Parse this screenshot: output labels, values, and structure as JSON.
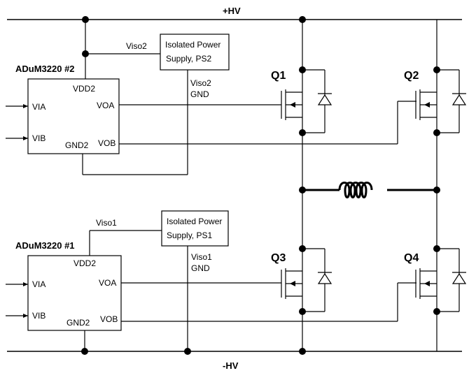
{
  "rails": {
    "positive": "+HV",
    "negative": "-HV"
  },
  "drivers": [
    {
      "name": "ADuM3220 #2",
      "pins": {
        "vdd": "VDD2",
        "gnd": "GND2",
        "via": "VIA",
        "vib": "VIB",
        "voa": "VOA",
        "vob": "VOB"
      },
      "supply": {
        "line1": "Isolated Power",
        "line2": "Supply, PS2",
        "viso": "Viso2",
        "viso_gnd_line1": "Viso2",
        "viso_gnd_line2": "GND"
      }
    },
    {
      "name": "ADuM3220 #1",
      "pins": {
        "vdd": "VDD2",
        "gnd": "GND2",
        "via": "VIA",
        "vib": "VIB",
        "voa": "VOA",
        "vob": "VOB"
      },
      "supply": {
        "line1": "Isolated Power",
        "line2": "Supply, PS1",
        "viso": "Viso1",
        "viso_gnd_line1": "Viso1",
        "viso_gnd_line2": "GND"
      }
    }
  ],
  "transistors": [
    "Q1",
    "Q2",
    "Q3",
    "Q4"
  ]
}
